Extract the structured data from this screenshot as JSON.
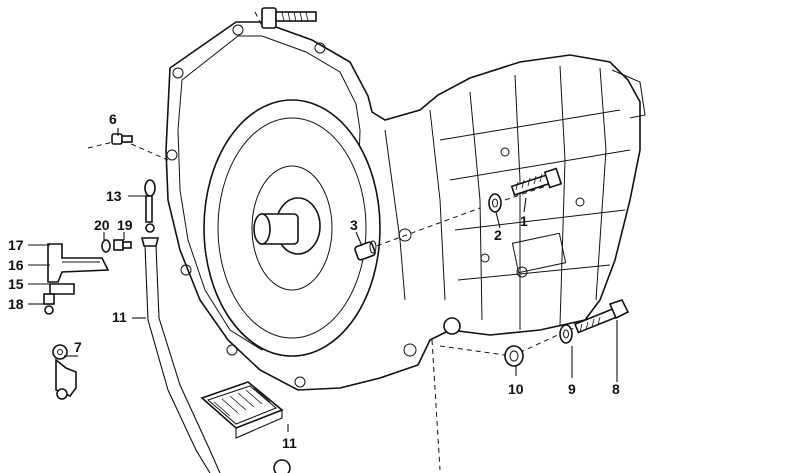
{
  "labels": {
    "l1": "1",
    "l2": "2",
    "l3": "3",
    "l6": "6",
    "l7": "7",
    "l8": "8",
    "l9": "9",
    "l10": "10",
    "l11a": "11",
    "l11b": "11",
    "l13": "13",
    "l15": "15",
    "l16": "16",
    "l17": "17",
    "l18": "18",
    "l19": "19",
    "l20": "20"
  }
}
